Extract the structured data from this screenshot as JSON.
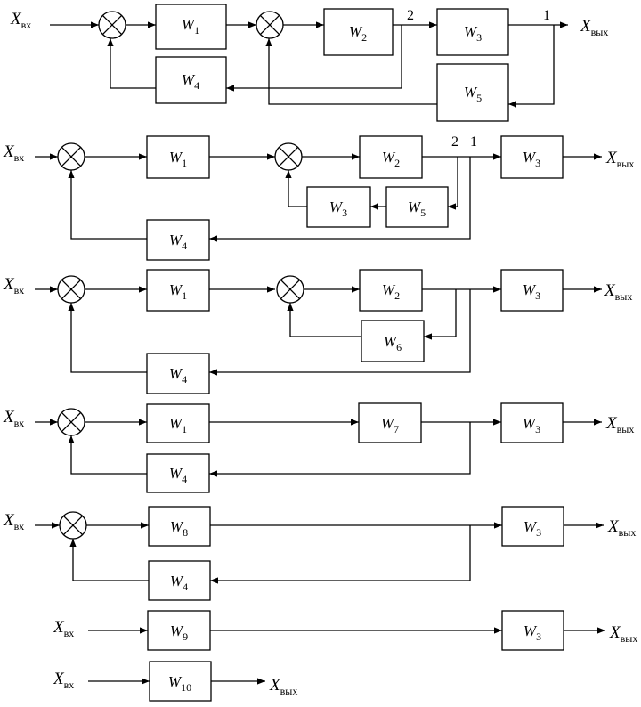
{
  "signals": {
    "var": "X",
    "input_sub": "вх",
    "output_sub": "вых"
  },
  "points": {
    "p1": "1",
    "p2": "2"
  },
  "rows": [
    {
      "id": "row1",
      "blocks": [
        {
          "name": "W",
          "sub": "1"
        },
        {
          "name": "W",
          "sub": "2"
        },
        {
          "name": "W",
          "sub": "3"
        },
        {
          "name": "W",
          "sub": "4"
        },
        {
          "name": "W",
          "sub": "5"
        }
      ]
    },
    {
      "id": "row2",
      "blocks": [
        {
          "name": "W",
          "sub": "1"
        },
        {
          "name": "W",
          "sub": "2"
        },
        {
          "name": "W",
          "sub": "3"
        },
        {
          "name": "W",
          "sub": "5"
        },
        {
          "name": "W",
          "sub": "3"
        },
        {
          "name": "W",
          "sub": "4"
        }
      ]
    },
    {
      "id": "row3",
      "blocks": [
        {
          "name": "W",
          "sub": "1"
        },
        {
          "name": "W",
          "sub": "2"
        },
        {
          "name": "W",
          "sub": "3"
        },
        {
          "name": "W",
          "sub": "6"
        },
        {
          "name": "W",
          "sub": "4"
        }
      ]
    },
    {
      "id": "row4",
      "blocks": [
        {
          "name": "W",
          "sub": "1"
        },
        {
          "name": "W",
          "sub": "7"
        },
        {
          "name": "W",
          "sub": "3"
        },
        {
          "name": "W",
          "sub": "4"
        }
      ]
    },
    {
      "id": "row5",
      "blocks": [
        {
          "name": "W",
          "sub": "8"
        },
        {
          "name": "W",
          "sub": "3"
        },
        {
          "name": "W",
          "sub": "4"
        }
      ]
    },
    {
      "id": "row6",
      "blocks": [
        {
          "name": "W",
          "sub": "9"
        },
        {
          "name": "W",
          "sub": "3"
        }
      ]
    },
    {
      "id": "row7",
      "blocks": [
        {
          "name": "W",
          "sub": "10"
        }
      ]
    }
  ]
}
